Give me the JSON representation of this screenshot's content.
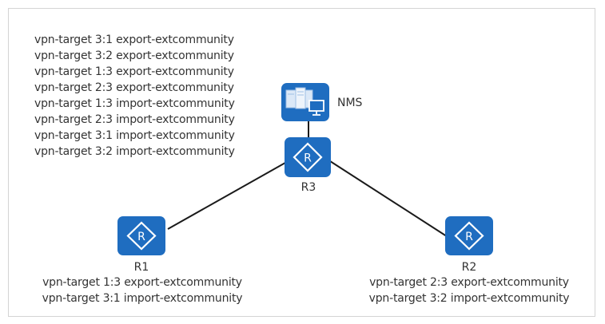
{
  "diagram": {
    "type": "network-topology",
    "nodes": {
      "nms": {
        "label": "NMS",
        "icon": "server-monitor-icon"
      },
      "r3": {
        "label": "R3",
        "icon": "router-icon"
      },
      "r1": {
        "label": "R1",
        "icon": "router-icon"
      },
      "r2": {
        "label": "R2",
        "icon": "router-icon"
      }
    },
    "links": [
      {
        "from": "NMS",
        "to": "R3"
      },
      {
        "from": "R3",
        "to": "R1"
      },
      {
        "from": "R3",
        "to": "R2"
      }
    ],
    "r3_config": [
      "vpn-target 3:1 export-extcommunity",
      "vpn-target 3:2 export-extcommunity",
      "vpn-target 1:3 export-extcommunity",
      "vpn-target 2:3 export-extcommunity",
      "vpn-target 1:3 import-extcommunity",
      "vpn-target 2:3 import-extcommunity",
      "vpn-target 3:1 import-extcommunity",
      "vpn-target 3:2 import-extcommunity"
    ],
    "r1_config": [
      "vpn-target 1:3 export-extcommunity",
      "vpn-target 3:1 import-extcommunity"
    ],
    "r2_config": [
      "vpn-target 2:3 export-extcommunity",
      "vpn-target 3:2 import-extcommunity"
    ],
    "colors": {
      "device_fill": "#1f6dc0",
      "link": "#1a1a1a",
      "text": "#333333",
      "frame_border": "#d4d4d4"
    }
  }
}
